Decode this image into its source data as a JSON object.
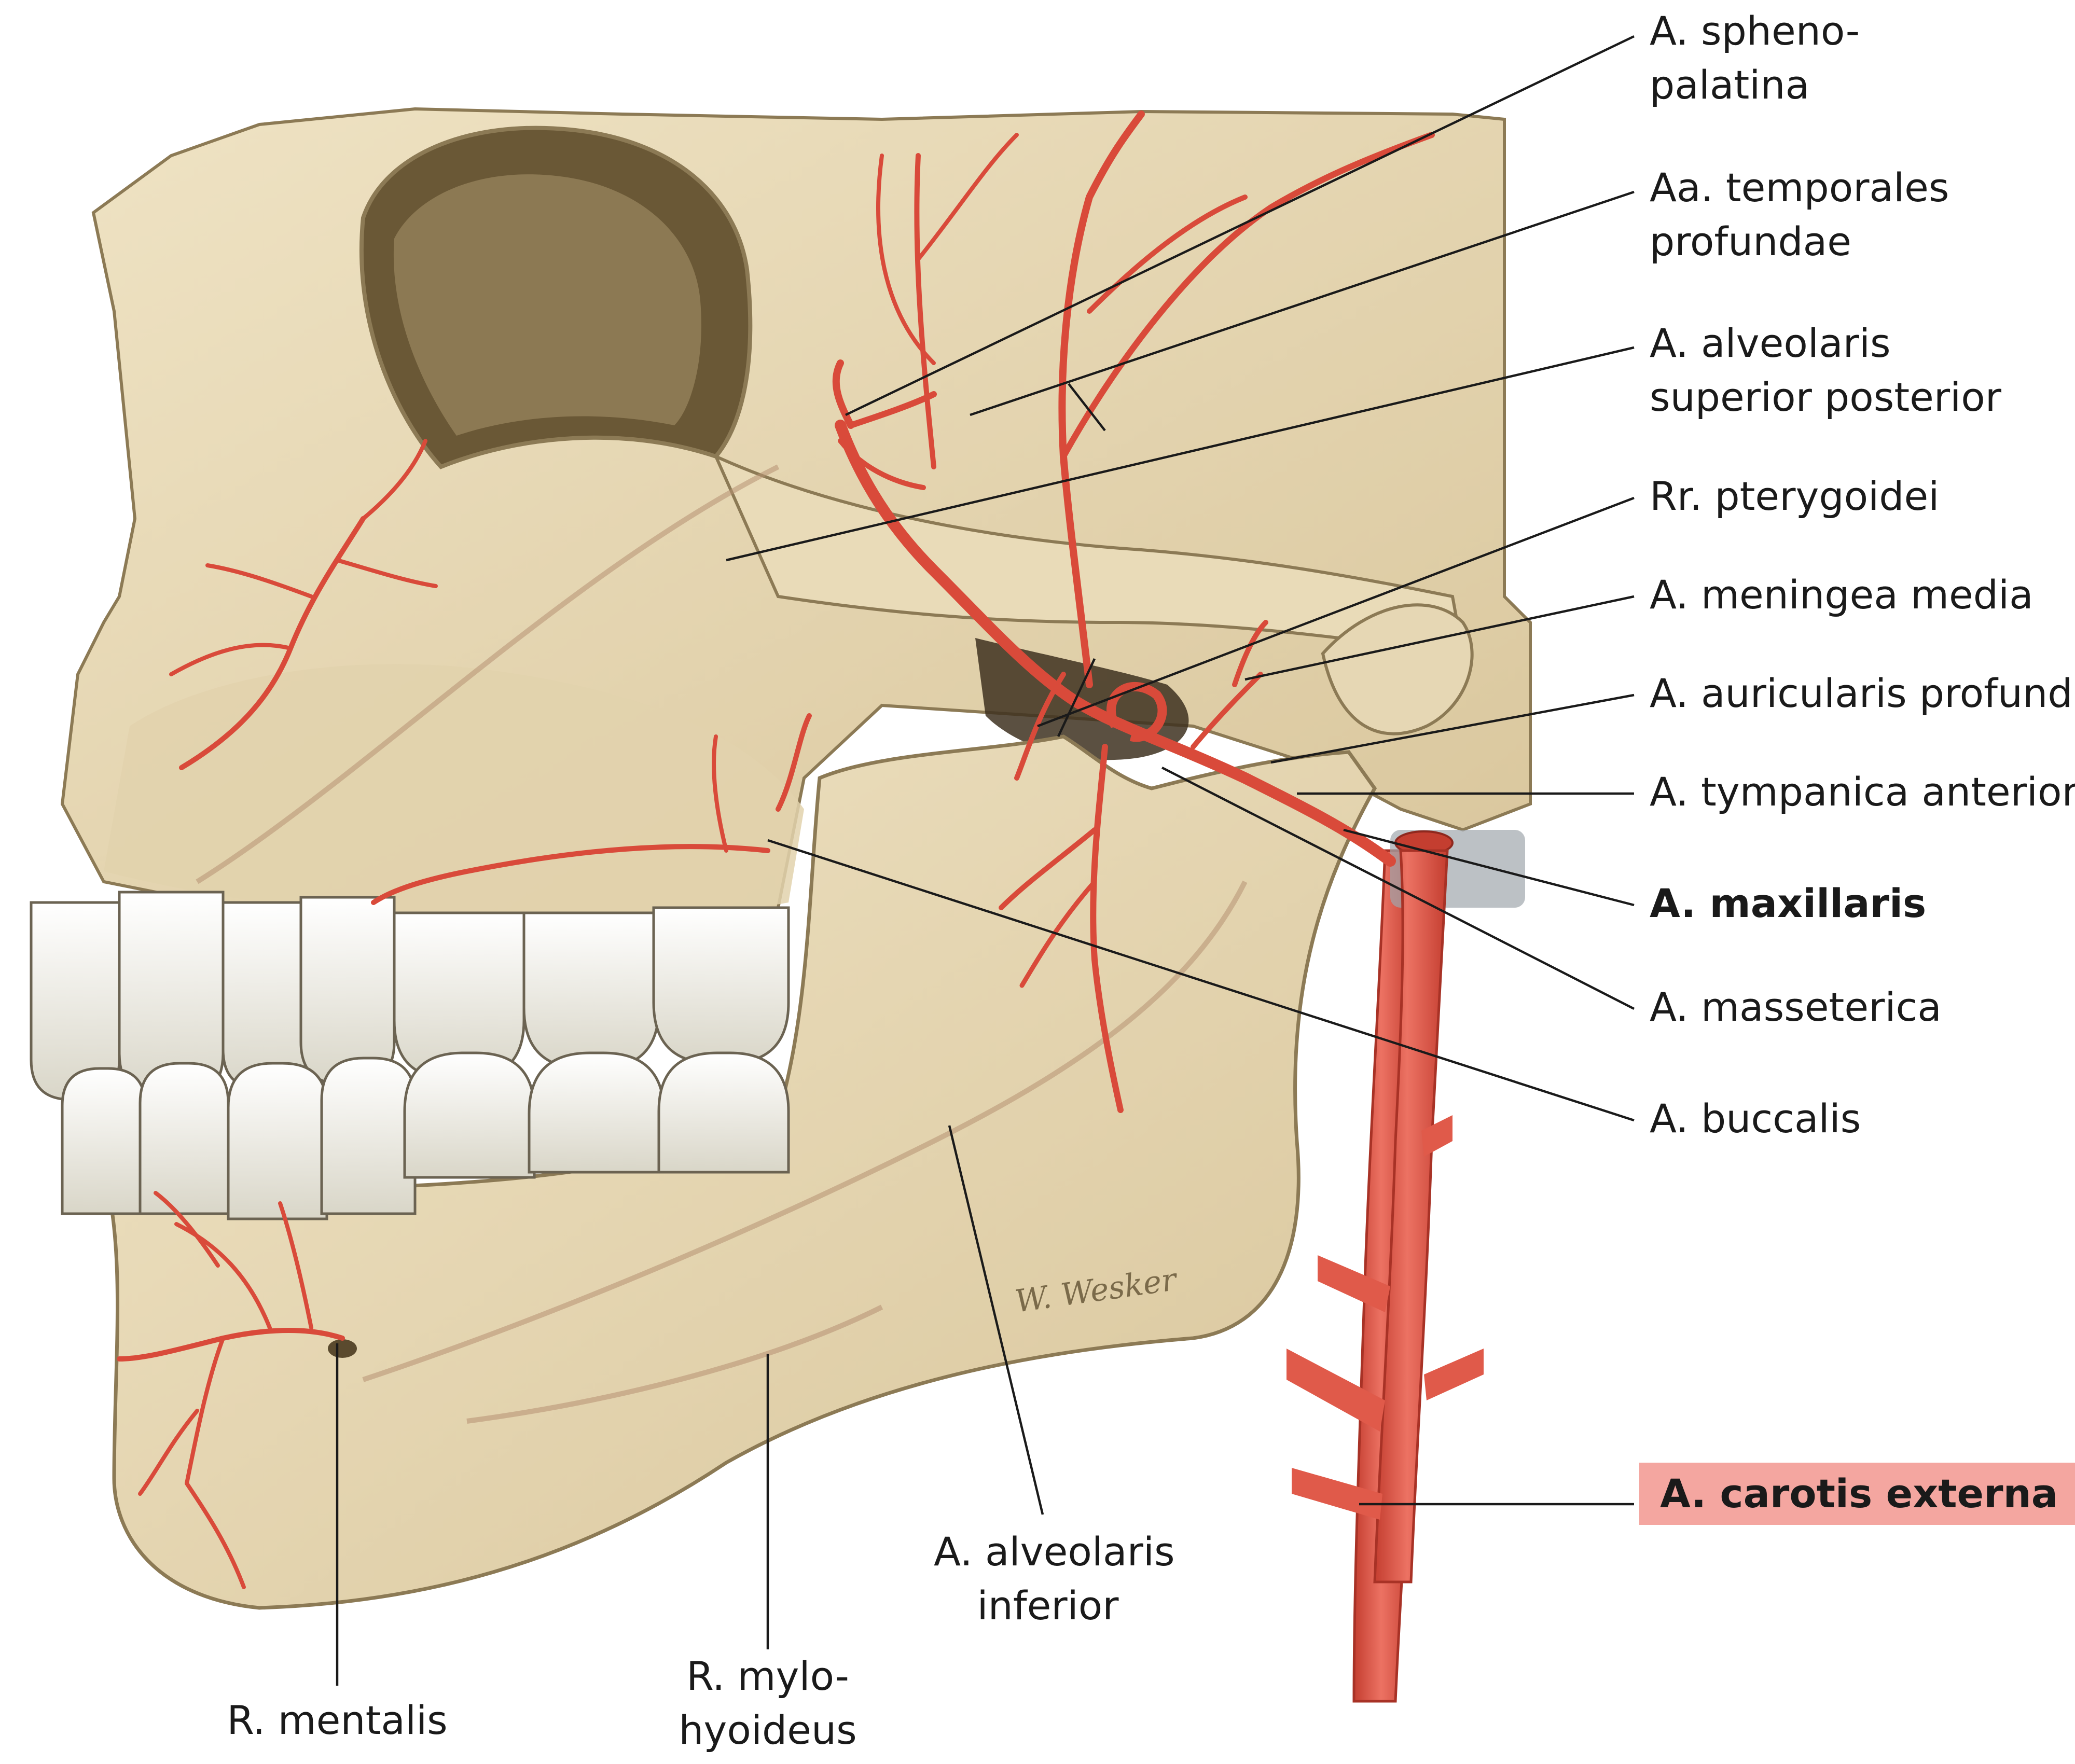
{
  "labels": {
    "spheno": [
      "A. spheno-",
      "palatina"
    ],
    "temporales": [
      "Aa. temporales",
      "profundae"
    ],
    "alveolaris_sup": [
      "A. alveolaris",
      "superior posterior"
    ],
    "pterygoidei": "Rr. pterygoidei",
    "meningea": "A. meningea media",
    "auricularis": "A. auricularis profunda",
    "tympanica": "A. tympanica anterior",
    "maxillaris": "A. maxillaris",
    "masseterica": "A. masseterica",
    "buccalis": "A. buccalis",
    "carotis": "A. carotis externa",
    "alveolaris_inf": [
      "A. alveolaris",
      "inferior"
    ],
    "mylohyoideus": [
      "R. mylo-",
      "hyoideus"
    ],
    "mentalis": "R. mentalis"
  },
  "signature": "W. Wesker",
  "colors": {
    "bone": "#e6d7b4",
    "bone_shadow": "#c9b489",
    "bone_dark": "#8c7a55",
    "artery": "#e05a4a",
    "artery_dark": "#b8382c",
    "tooth": "#f1efe6",
    "highlight": "#f4a6a0"
  }
}
